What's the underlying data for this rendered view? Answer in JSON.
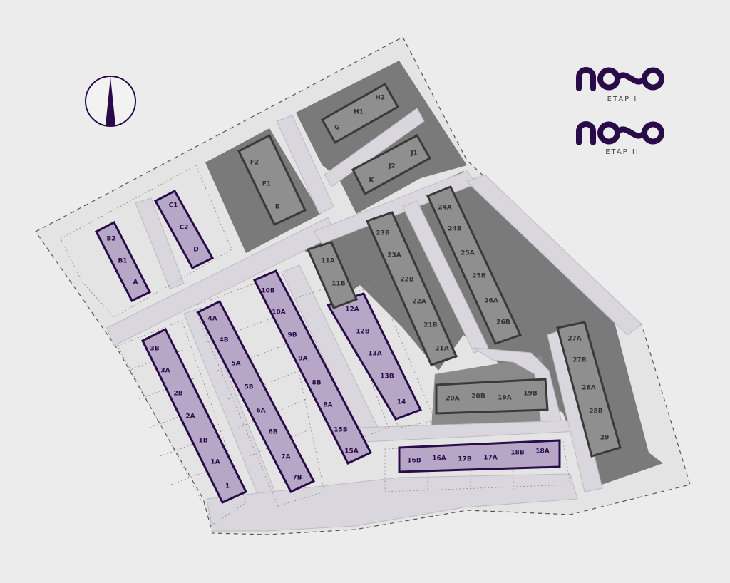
{
  "legend": {
    "items": [
      {
        "line_style": "dash-dot",
        "logo": "NODO",
        "caption": "ETAP I"
      },
      {
        "line_style": "dashed",
        "logo": "NODO",
        "caption": "ETAP II"
      }
    ]
  },
  "compass": {
    "icon": "north-arrow-icon"
  },
  "colors": {
    "background": "#ececec",
    "phase_one_fill": "#b6a7c6",
    "phase_one_outline": "#2a0b4a",
    "phase_two_area": "#7a7a7a",
    "phase_two_outline": "#3a3a3a",
    "road": "#d9d7dd"
  },
  "units": {
    "phase_one": [
      "B2",
      "B1",
      "A",
      "C1",
      "C2",
      "D",
      "3B",
      "3A",
      "2B",
      "2A",
      "1B",
      "1A",
      "1",
      "4A",
      "4B",
      "5A",
      "5B",
      "6A",
      "6B",
      "7A",
      "7B",
      "10B",
      "10A",
      "9B",
      "9A",
      "8B",
      "8A",
      "15B",
      "15A",
      "12A",
      "12B",
      "13A",
      "13B",
      "14",
      "16B",
      "16A",
      "17B",
      "17A",
      "18B",
      "18A"
    ],
    "phase_two": [
      "H2",
      "H1",
      "G",
      "J2",
      "J1",
      "K",
      "F2",
      "F1",
      "E",
      "11A",
      "11B",
      "23B",
      "23A",
      "22B",
      "22A",
      "21B",
      "21A",
      "24A",
      "24B",
      "25A",
      "25B",
      "26A",
      "26B",
      "20A",
      "20B",
      "19A",
      "19B",
      "27A",
      "27B",
      "28A",
      "28B",
      "29"
    ]
  }
}
